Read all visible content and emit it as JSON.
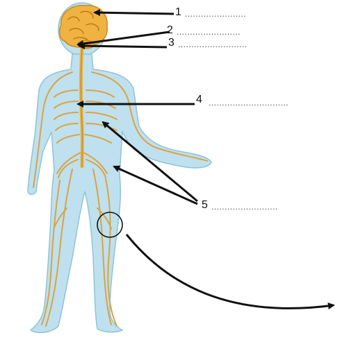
{
  "labels": [
    {
      "number": "1",
      "answer_line": "......................."
    },
    {
      "number": "2",
      "answer_line": "........................"
    },
    {
      "number": "3",
      "answer_line": ".........................."
    },
    {
      "number": "4",
      "answer_line": ".............................."
    },
    {
      "number": "5",
      "answer_line": "........................."
    }
  ],
  "colors": {
    "body_fill": "#bfe0ee",
    "body_edge": "#8fc3d8",
    "nerve": "#d9a441",
    "brain": "#f0b240",
    "brain_edge": "#c98a1c",
    "arrow": "#111111"
  },
  "icons": {
    "human_figure": "nervous-system-figure-icon",
    "zoom_circle": "zoom-circle-icon"
  }
}
